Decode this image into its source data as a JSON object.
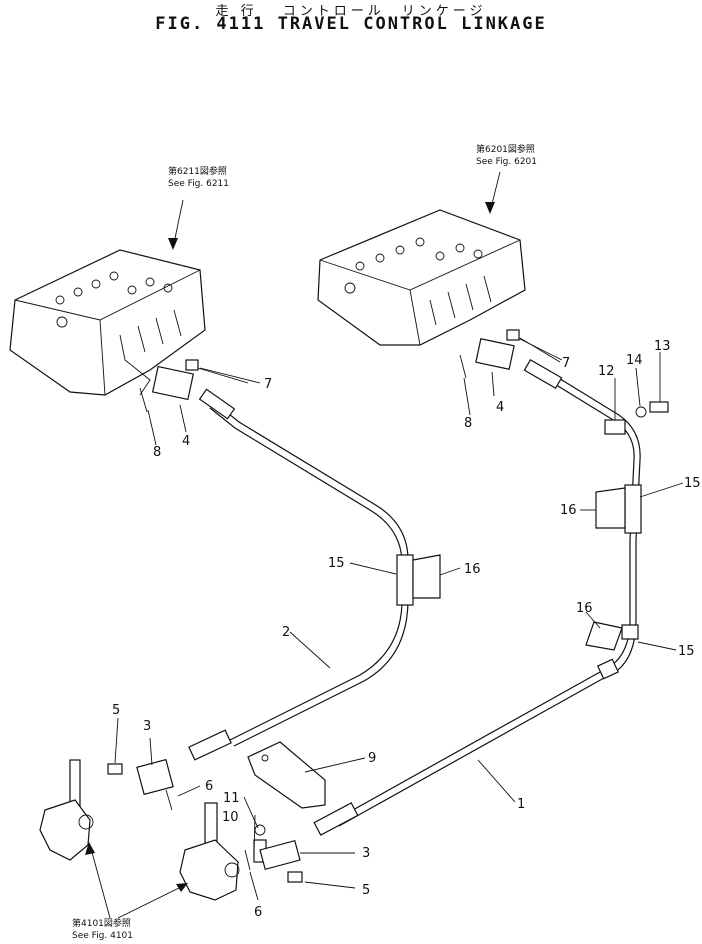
{
  "figure": {
    "title_jp": "走 行　 コントロール　リンケージ",
    "title_en": "FIG. 4111  TRAVEL CONTROL LINKAGE"
  },
  "references": {
    "left_valve_jp": "第6211図参照",
    "left_valve_en": "See Fig. 6211",
    "right_valve_jp": "第6201図参照",
    "right_valve_en": "See Fig. 6201",
    "lever_jp": "第4101図参照",
    "lever_en": "See Fig. 4101"
  },
  "callouts": {
    "c1": "1",
    "c2": "2",
    "c3a": "3",
    "c3b": "3",
    "c4a": "4",
    "c4b": "4",
    "c5a": "5",
    "c5b": "5",
    "c6a": "6",
    "c6b": "6",
    "c7a": "7",
    "c7b": "7",
    "c8a": "8",
    "c8b": "8",
    "c9": "9",
    "c10": "10",
    "c11": "11",
    "c12": "12",
    "c13": "13",
    "c14": "14",
    "c15a": "15",
    "c15b": "15",
    "c15c": "15",
    "c16a": "16",
    "c16b": "16",
    "c16c": "16"
  }
}
